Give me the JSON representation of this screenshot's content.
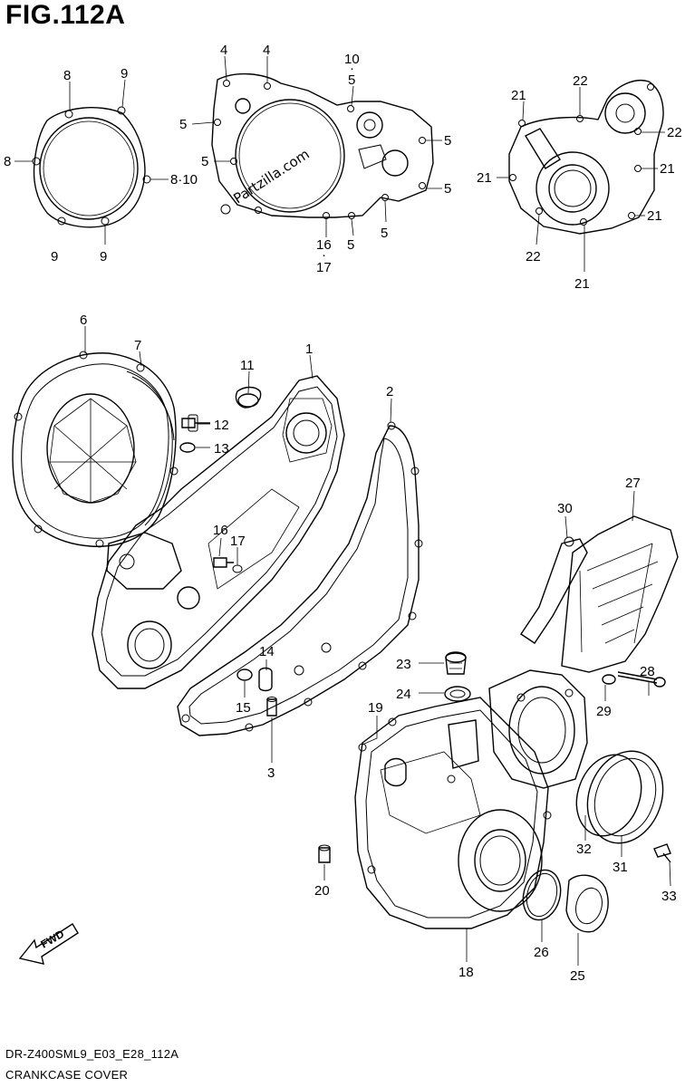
{
  "figure": {
    "title": "FIG.112A",
    "code": "DR-Z400SML9_E03_E28_112A",
    "name": "CRANKCASE COVER",
    "watermark": "Partzilla.com",
    "fwd_label": "FWD"
  },
  "callouts": [
    {
      "id": "c-8a",
      "text": "8"
    },
    {
      "id": "c-9a",
      "text": "9"
    },
    {
      "id": "c-8b",
      "text": "8"
    },
    {
      "id": "c-810",
      "text": "8·10"
    },
    {
      "id": "c-9b",
      "text": "9"
    },
    {
      "id": "c-9c",
      "text": "9"
    },
    {
      "id": "c-4a",
      "text": "4"
    },
    {
      "id": "c-4b",
      "text": "4"
    },
    {
      "id": "c-10",
      "text": "10"
    },
    {
      "id": "c-dot",
      "text": "·"
    },
    {
      "id": "c-5a",
      "text": "5"
    },
    {
      "id": "c-5b",
      "text": "5"
    },
    {
      "id": "c-5c",
      "text": "5"
    },
    {
      "id": "c-5d",
      "text": "5"
    },
    {
      "id": "c-5e",
      "text": "5"
    },
    {
      "id": "c-5f",
      "text": "5"
    },
    {
      "id": "c-5g",
      "text": "5"
    },
    {
      "id": "c-16a",
      "text": "16"
    },
    {
      "id": "c-dot2",
      "text": "·"
    },
    {
      "id": "c-17a",
      "text": "17"
    },
    {
      "id": "c-21a",
      "text": "21"
    },
    {
      "id": "c-22a",
      "text": "22"
    },
    {
      "id": "c-22b",
      "text": "22"
    },
    {
      "id": "c-21b",
      "text": "21"
    },
    {
      "id": "c-21c",
      "text": "21"
    },
    {
      "id": "c-21d",
      "text": "21"
    },
    {
      "id": "c-22c",
      "text": "22"
    },
    {
      "id": "c-21e",
      "text": "21"
    },
    {
      "id": "c-6",
      "text": "6"
    },
    {
      "id": "c-7",
      "text": "7"
    },
    {
      "id": "c-11",
      "text": "11"
    },
    {
      "id": "c-1",
      "text": "1"
    },
    {
      "id": "c-2",
      "text": "2"
    },
    {
      "id": "c-12",
      "text": "12"
    },
    {
      "id": "c-13",
      "text": "13"
    },
    {
      "id": "c-16b",
      "text": "16"
    },
    {
      "id": "c-17b",
      "text": "17"
    },
    {
      "id": "c-14",
      "text": "14"
    },
    {
      "id": "c-15",
      "text": "15"
    },
    {
      "id": "c-3",
      "text": "3"
    },
    {
      "id": "c-30",
      "text": "30"
    },
    {
      "id": "c-27",
      "text": "27"
    },
    {
      "id": "c-23",
      "text": "23"
    },
    {
      "id": "c-24",
      "text": "24"
    },
    {
      "id": "c-19",
      "text": "19"
    },
    {
      "id": "c-28",
      "text": "28"
    },
    {
      "id": "c-29",
      "text": "29"
    },
    {
      "id": "c-32",
      "text": "32"
    },
    {
      "id": "c-31",
      "text": "31"
    },
    {
      "id": "c-33",
      "text": "33"
    },
    {
      "id": "c-20",
      "text": "20"
    },
    {
      "id": "c-26",
      "text": "26"
    },
    {
      "id": "c-18",
      "text": "18"
    },
    {
      "id": "c-25",
      "text": "25"
    }
  ]
}
